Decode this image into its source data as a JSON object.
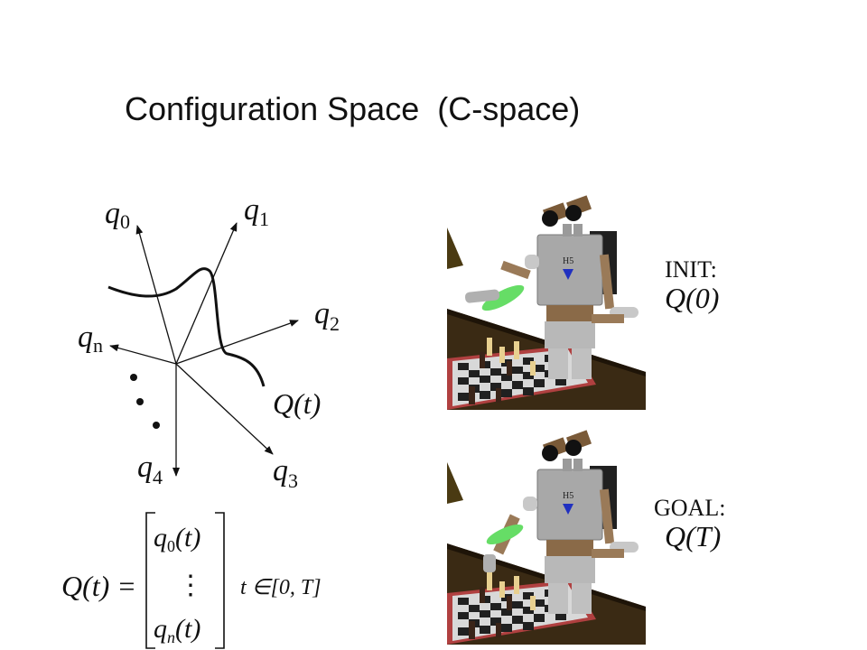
{
  "slide": {
    "title": "Configuration Space  (C-space)"
  },
  "axes": {
    "q0": {
      "base": "q",
      "sub": "0"
    },
    "q1": {
      "base": "q",
      "sub": "1"
    },
    "q2": {
      "base": "q",
      "sub": "2"
    },
    "qn": {
      "base": "q",
      "sub": "n"
    },
    "q3": {
      "base": "q",
      "sub": "3"
    },
    "q4": {
      "base": "q",
      "sub": "4"
    },
    "curve_label": "Q(t)"
  },
  "equation": {
    "lhs": "Q(t) =",
    "top": {
      "base": "q",
      "sub": "0",
      "arg": "(t)"
    },
    "mid": "⋮",
    "bottom": {
      "base": "q",
      "sub": "n",
      "arg": "(t)"
    },
    "domain": "t ∈[0, T]"
  },
  "init": {
    "caption": "INIT:",
    "expr": "Q(0)",
    "badge": "H5"
  },
  "goal": {
    "caption": "GOAL:",
    "expr": "Q(T)",
    "badge": "H5"
  }
}
